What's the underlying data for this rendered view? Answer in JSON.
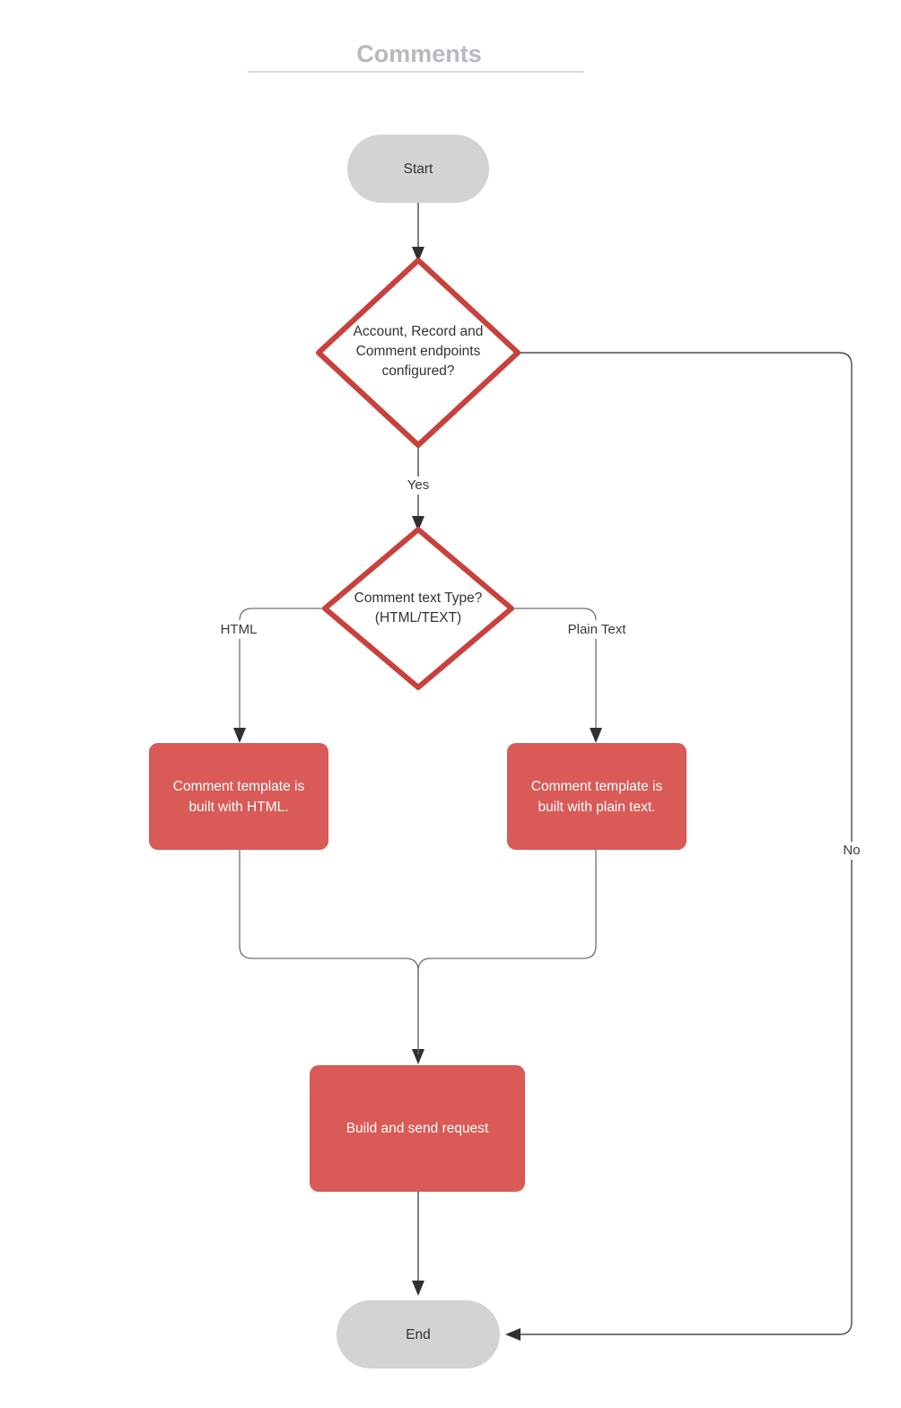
{
  "diagram": {
    "title": "Comments",
    "type": "flowchart",
    "background_color": "#ffffff",
    "palette": {
      "terminator_fill": "#d3d3d4",
      "process_fill": "#d95a56",
      "decision_stroke": "#c8413c",
      "decision_fill": "#ffffff",
      "line_color": "#4a4a4a",
      "title_color": "#b6b9bf",
      "dark_text": "#333333",
      "white_text": "#ffffff"
    },
    "nodes": [
      {
        "id": "start",
        "shape": "terminator",
        "label": "Start"
      },
      {
        "id": "d1",
        "shape": "decision",
        "label_line_1": "Account, Record and",
        "label_line_2": "Comment endpoints",
        "label_line_3": "configured?"
      },
      {
        "id": "d2",
        "shape": "decision",
        "label_line_1": "Comment text Type?",
        "label_line_2": "(HTML/TEXT)"
      },
      {
        "id": "html_box",
        "shape": "process",
        "label_line_1": "Comment  template is",
        "label_line_2": "built with HTML."
      },
      {
        "id": "text_box",
        "shape": "process",
        "label_line_1": "Comment  template is",
        "label_line_2": "built with plain text."
      },
      {
        "id": "build_send",
        "shape": "process",
        "label": "Build and send request"
      },
      {
        "id": "end",
        "shape": "terminator",
        "label": "End"
      }
    ],
    "edges": [
      {
        "from": "start",
        "to": "d1",
        "label": ""
      },
      {
        "from": "d1",
        "to": "d2",
        "label": "Yes"
      },
      {
        "from": "d1",
        "to": "end",
        "label": "No"
      },
      {
        "from": "d2",
        "to": "html_box",
        "label": "HTML"
      },
      {
        "from": "d2",
        "to": "text_box",
        "label": "Plain Text"
      },
      {
        "from": "html_box",
        "to": "build_send",
        "label": ""
      },
      {
        "from": "text_box",
        "to": "build_send",
        "label": ""
      },
      {
        "from": "build_send",
        "to": "end",
        "label": ""
      }
    ]
  }
}
